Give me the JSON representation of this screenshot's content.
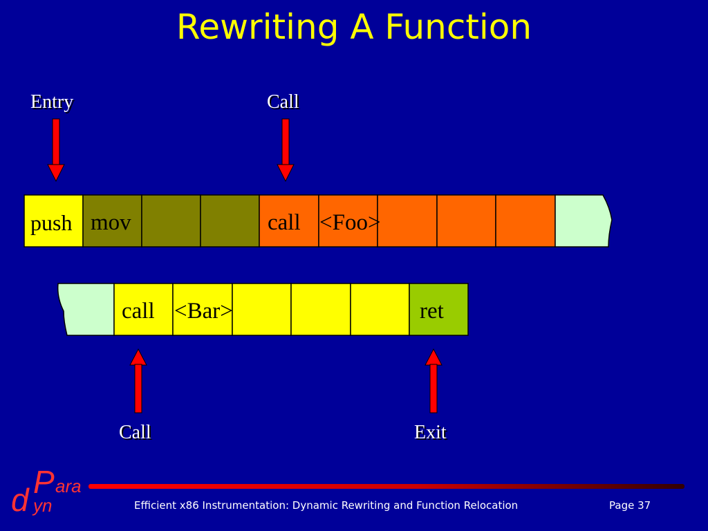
{
  "title": "Rewriting A Function",
  "labels": {
    "entry": "Entry",
    "call_top": "Call",
    "call_bottom": "Call",
    "exit": "Exit"
  },
  "top_row": {
    "push": "push",
    "mov": "mov",
    "call": "call",
    "foo": "<Foo>"
  },
  "bottom_row": {
    "call": "call",
    "bar": "<Bar>",
    "ret": "ret"
  },
  "footer": {
    "caption": "Efficient x86 Instrumentation: Dynamic Rewriting and Function Relocation",
    "page": "Page 37"
  },
  "logo": {
    "p_letter": "P",
    "ara": "ara",
    "d_letter": "d",
    "yn": "yn"
  },
  "colors": {
    "background": "#000099",
    "title": "#ffff00",
    "push_cell": "#ffff00",
    "mov_cells": "#808000",
    "call_cells": "#ff6600",
    "free_space": "#ccffcc",
    "bottom_cells": "#ffff00",
    "ret_cell": "#99cc00",
    "arrow": "#ff0000"
  }
}
